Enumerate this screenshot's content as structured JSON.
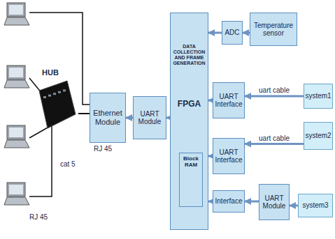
{
  "diagram": {
    "nodes": [
      {
        "text": [
          "HUB"
        ]
      },
      {
        "text": [
          "Ethernet Module"
        ]
      },
      {
        "text": [
          "UART Module"
        ]
      },
      {
        "text": [
          "DATA COLLECTION AND FRAME GENERATION",
          "FPGA"
        ]
      },
      {
        "text": [
          "Block RAM"
        ],
        "in": 3
      },
      {
        "text": [
          "ADC"
        ]
      },
      {
        "text": [
          "Temperature sensor"
        ]
      },
      {
        "text": [
          "UART Interface"
        ]
      },
      {
        "text": [
          "UART Interface"
        ]
      },
      {
        "text": [
          "Interface"
        ]
      },
      {
        "text": [
          "UART Module"
        ]
      },
      {
        "text": [
          "system1"
        ]
      },
      {
        "text": [
          "system2"
        ]
      },
      {
        "text": [
          "system3"
        ]
      }
    ],
    "edges": [
      {
        "from": 0,
        "to": 1,
        "arrow": "none"
      },
      {
        "from": 2,
        "to": 1,
        "arrow": "to"
      },
      {
        "from": 3,
        "to": 2,
        "arrow": "to"
      },
      {
        "from": 6,
        "to": 5,
        "arrow": "to"
      },
      {
        "from": 5,
        "to": 3,
        "arrow": "to"
      },
      {
        "from": 11,
        "to": 7,
        "label": "uart cable",
        "arrow": "to"
      },
      {
        "from": 7,
        "to": 3,
        "arrow": "to"
      },
      {
        "from": 12,
        "to": 8,
        "label": "uart cable",
        "arrow": "to"
      },
      {
        "from": 8,
        "to": 3,
        "arrow": "to"
      },
      {
        "from": 13,
        "to": 10,
        "arrow": "to"
      },
      {
        "from": 10,
        "to": 9,
        "arrow": "to"
      },
      {
        "from": 9,
        "to": 3,
        "arrow": "to"
      }
    ],
    "labels": [
      "RJ 45",
      "cat 5",
      "RJ 45"
    ]
  }
}
